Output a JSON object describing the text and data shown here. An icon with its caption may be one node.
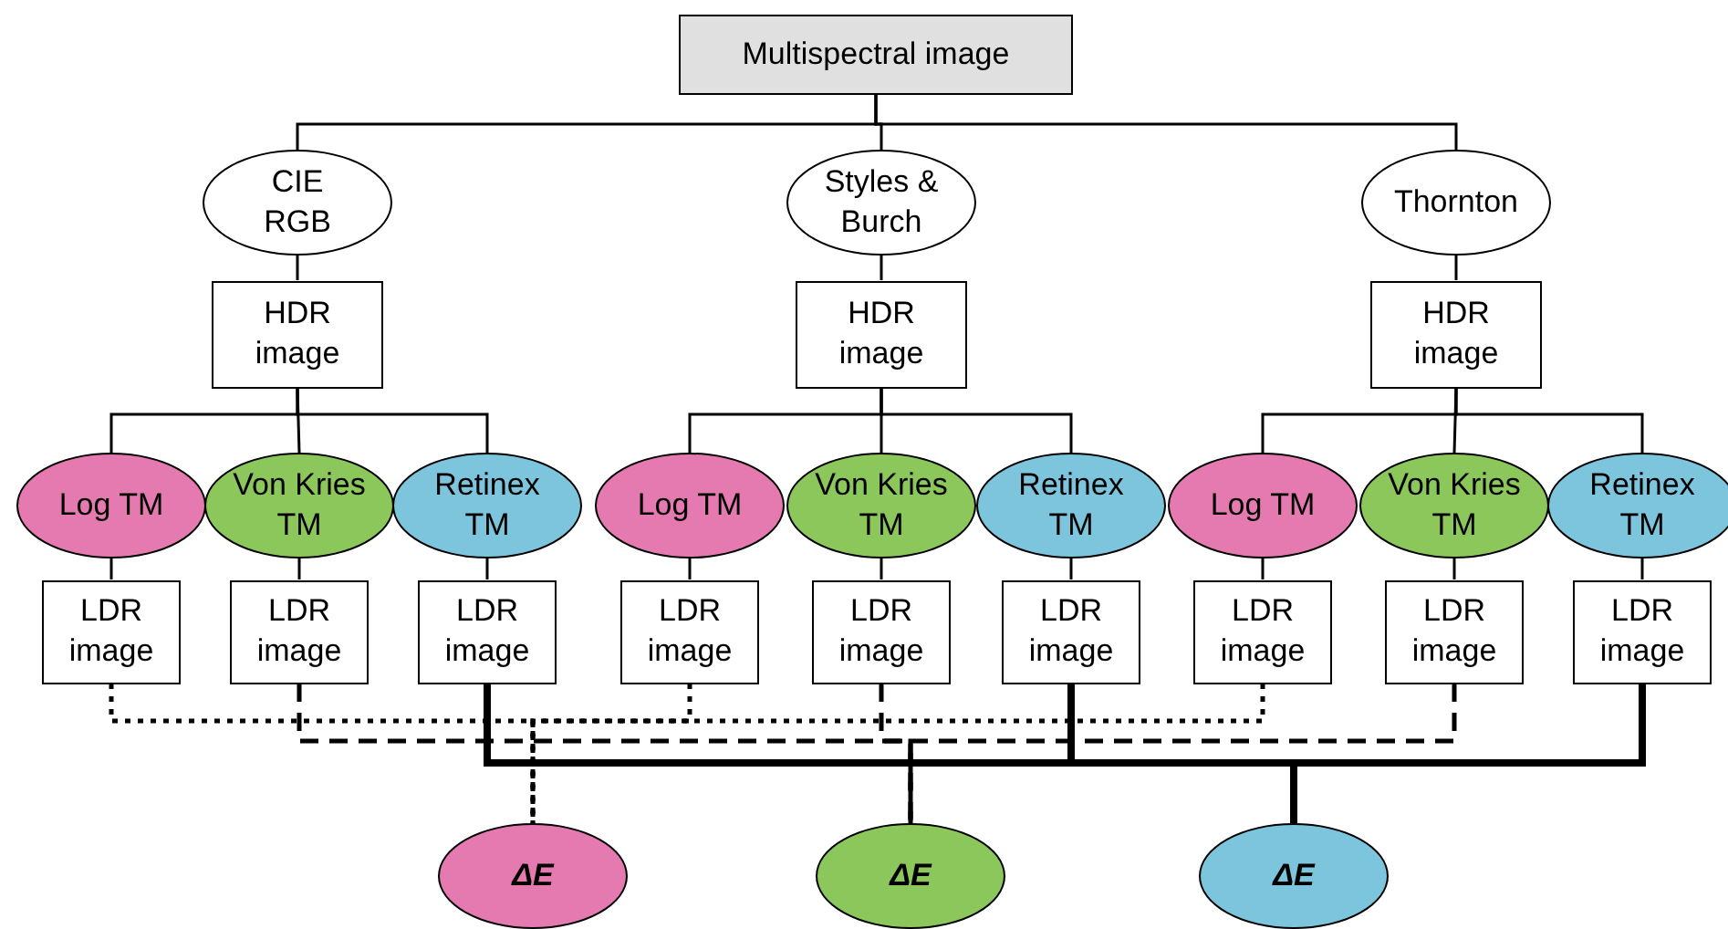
{
  "diagram": {
    "nodes": [
      {
        "text": [
          "Multispectral image"
        ]
      },
      {
        "text": [
          "CIE RGB"
        ]
      },
      {
        "text": [
          "Styles & Burch"
        ]
      },
      {
        "text": [
          "Thornton"
        ]
      },
      {
        "text": [
          "HDR image"
        ]
      },
      {
        "text": [
          "HDR image"
        ]
      },
      {
        "text": [
          "HDR image"
        ]
      },
      {
        "text": [
          "Log TM"
        ]
      },
      {
        "text": [
          "Von Kries TM"
        ]
      },
      {
        "text": [
          "Retinex TM"
        ]
      },
      {
        "text": [
          "Log TM"
        ]
      },
      {
        "text": [
          "Von Kries TM"
        ]
      },
      {
        "text": [
          "Retinex TM"
        ]
      },
      {
        "text": [
          "Log TM"
        ]
      },
      {
        "text": [
          "Von Kries TM"
        ]
      },
      {
        "text": [
          "Retinex TM"
        ]
      },
      {
        "text": [
          "LDR image"
        ]
      },
      {
        "text": [
          "LDR image"
        ]
      },
      {
        "text": [
          "LDR image"
        ]
      },
      {
        "text": [
          "LDR image"
        ]
      },
      {
        "text": [
          "LDR image"
        ]
      },
      {
        "text": [
          "LDR image"
        ]
      },
      {
        "text": [
          "LDR image"
        ]
      },
      {
        "text": [
          "LDR image"
        ]
      },
      {
        "text": [
          "LDR image"
        ]
      },
      {
        "text": [
          "ΔE"
        ]
      },
      {
        "text": [
          "ΔE"
        ]
      },
      {
        "text": [
          "ΔE"
        ]
      }
    ],
    "edges": [
      {
        "from": 0,
        "to": 1,
        "arrow": "none"
      },
      {
        "from": 0,
        "to": 2,
        "arrow": "none"
      },
      {
        "from": 0,
        "to": 3,
        "arrow": "none"
      },
      {
        "from": 1,
        "to": 4,
        "arrow": "none"
      },
      {
        "from": 2,
        "to": 5,
        "arrow": "none"
      },
      {
        "from": 3,
        "to": 6,
        "arrow": "none"
      },
      {
        "from": 4,
        "to": 7,
        "arrow": "none"
      },
      {
        "from": 4,
        "to": 8,
        "arrow": "none"
      },
      {
        "from": 4,
        "to": 9,
        "arrow": "none"
      },
      {
        "from": 5,
        "to": 10,
        "arrow": "none"
      },
      {
        "from": 5,
        "to": 11,
        "arrow": "none"
      },
      {
        "from": 5,
        "to": 12,
        "arrow": "none"
      },
      {
        "from": 6,
        "to": 13,
        "arrow": "none"
      },
      {
        "from": 6,
        "to": 14,
        "arrow": "none"
      },
      {
        "from": 6,
        "to": 15,
        "arrow": "none"
      },
      {
        "from": 7,
        "to": 16,
        "arrow": "none"
      },
      {
        "from": 8,
        "to": 17,
        "arrow": "none"
      },
      {
        "from": 9,
        "to": 18,
        "arrow": "none"
      },
      {
        "from": 10,
        "to": 19,
        "arrow": "none"
      },
      {
        "from": 11,
        "to": 20,
        "arrow": "none"
      },
      {
        "from": 12,
        "to": 21,
        "arrow": "none"
      },
      {
        "from": 13,
        "to": 22,
        "arrow": "none"
      },
      {
        "from": 14,
        "to": 23,
        "arrow": "none"
      },
      {
        "from": 15,
        "to": 24,
        "arrow": "none"
      },
      {
        "from": 16,
        "to": 25,
        "arrow": "none",
        "style": "dashed"
      },
      {
        "from": 19,
        "to": 25,
        "arrow": "none",
        "style": "dashed"
      },
      {
        "from": 22,
        "to": 25,
        "arrow": "none",
        "style": "dashed"
      },
      {
        "from": 17,
        "to": 26,
        "arrow": "none",
        "style": "dashed"
      },
      {
        "from": 20,
        "to": 26,
        "arrow": "none",
        "style": "dashed"
      },
      {
        "from": 23,
        "to": 26,
        "arrow": "none",
        "style": "dashed"
      },
      {
        "from": 18,
        "to": 27,
        "arrow": "none",
        "style": "thick"
      },
      {
        "from": 21,
        "to": 27,
        "arrow": "none",
        "style": "thick"
      },
      {
        "from": 24,
        "to": 27,
        "arrow": "none",
        "style": "thick"
      }
    ]
  }
}
